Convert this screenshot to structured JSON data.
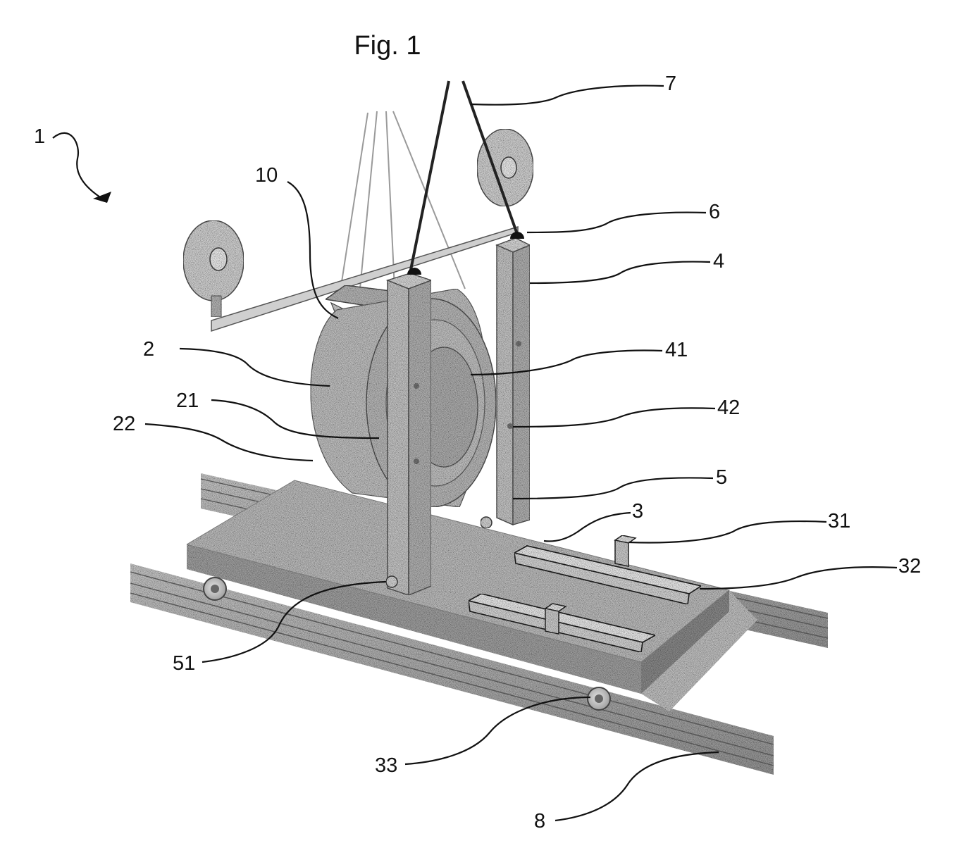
{
  "figure": {
    "title": "Fig. 1",
    "labels": [
      "1",
      "10",
      "2",
      "21",
      "22",
      "7",
      "6",
      "4",
      "41",
      "42",
      "5",
      "3",
      "31",
      "32",
      "51",
      "33",
      "8"
    ]
  }
}
